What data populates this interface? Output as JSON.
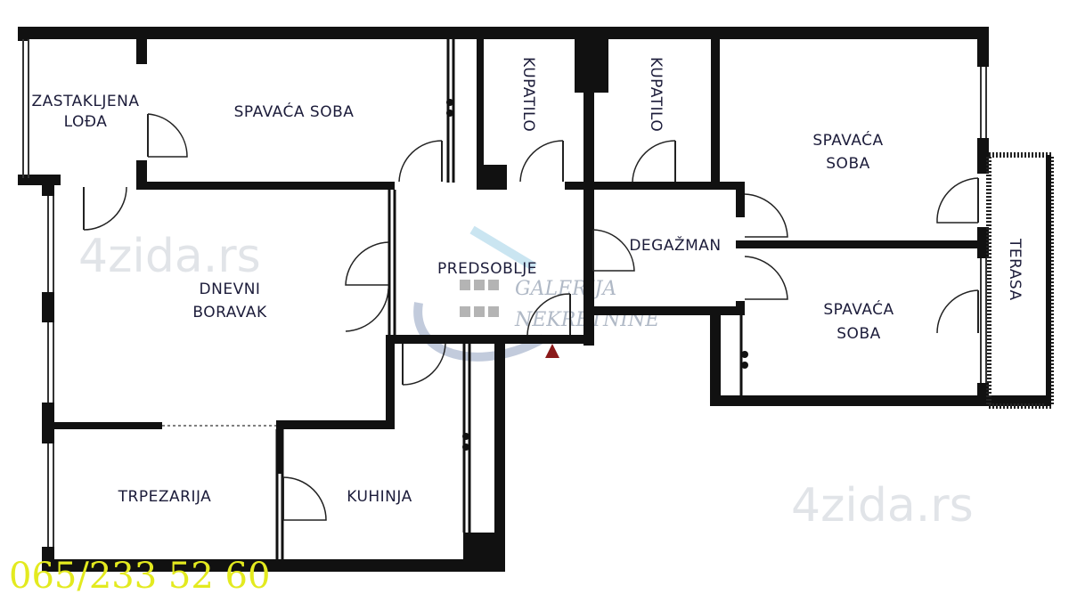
{
  "rooms": {
    "zastakljena_1": "ZASTAKLJENA",
    "zastakljena_2": "LOĐA",
    "spavaca_soba_top": "SPAVAĆA SOBA",
    "kupatilo_1": "KUPATILO",
    "kupatilo_2": "KUPATILO",
    "spavaca_right_1": "SPAVAĆA",
    "spavaca_right_2": "SOBA",
    "terasa": "TERASA",
    "degazman": "DEGAŽMAN",
    "predsoblje": "PREDSOBLJE",
    "dnevni_1": "DNEVNI",
    "dnevni_2": "BORAVAK",
    "spavaca_lower_1": "SPAVAĆA",
    "spavaca_lower_2": "SOBA",
    "trpezarija": "TRPEZARIJA",
    "kuhinja": "KUHINJA"
  },
  "watermarks": {
    "site_1": "4zida.rs",
    "site_2": "4zida.rs",
    "brand_1": "GALERIJA",
    "brand_2": "NEKRETNINE"
  },
  "phone": "065/233 52 60",
  "colors": {
    "wall": "#111111",
    "phone": "#e3ea1f",
    "entrance_marker": "#8b1a1a"
  }
}
